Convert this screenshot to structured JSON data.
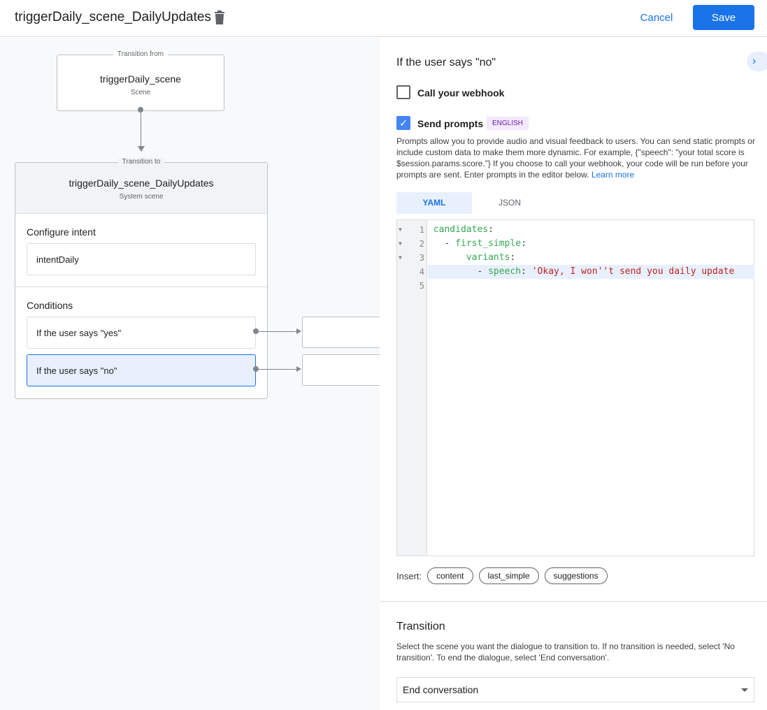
{
  "header": {
    "title": "triggerDaily_scene_DailyUpdates",
    "cancel_label": "Cancel",
    "save_label": "Save"
  },
  "canvas": {
    "from": {
      "tag": "Transition from",
      "name": "triggerDaily_scene",
      "sub": "Scene"
    },
    "to": {
      "tag": "Transition to",
      "name": "triggerDaily_scene_DailyUpdates",
      "sub": "System scene",
      "intent_label": "Configure intent",
      "intent": "intentDaily",
      "conditions_label": "Conditions",
      "conditions": [
        "If the user says \"yes\"",
        "If the user says \"no\""
      ]
    }
  },
  "panel": {
    "title": "If the user says \"no\"",
    "webhook_label": "Call your webhook",
    "webhook_checked": false,
    "prompts_label": "Send prompts",
    "prompts_checked": true,
    "language": "ENGLISH",
    "description": "Prompts allow you to provide audio and visual feedback to users. You can send static prompts or include custom data to make them more dynamic. For example, {\"speech\": \"your total score is $session.params.score.”} If you choose to call your webhook, your code will be run before your prompts are sent. Enter prompts in the editor below.",
    "learn_more": "Learn more",
    "tabs": [
      "YAML",
      "JSON"
    ],
    "active_tab": "YAML",
    "code_lines": [
      "1",
      "2",
      "3",
      "4",
      "5"
    ],
    "code": {
      "l1": "candidates",
      "l2": "first_simple",
      "l3": "variants",
      "l4k": "speech",
      "l4v": "'Okay, I won''t send you daily update"
    },
    "insert_label": "Insert:",
    "insert_chips": [
      "content",
      "last_simple",
      "suggestions"
    ],
    "transition_title": "Transition",
    "transition_desc": "Select the scene you want the dialogue to transition to. If no transition is needed, select 'No transition'. To end the dialogue, select 'End conversation'.",
    "transition_value": "End conversation"
  },
  "colors": {
    "accent": "#1a73e8",
    "selected": "#e8f0fe",
    "badge": "#f3e8fd"
  }
}
